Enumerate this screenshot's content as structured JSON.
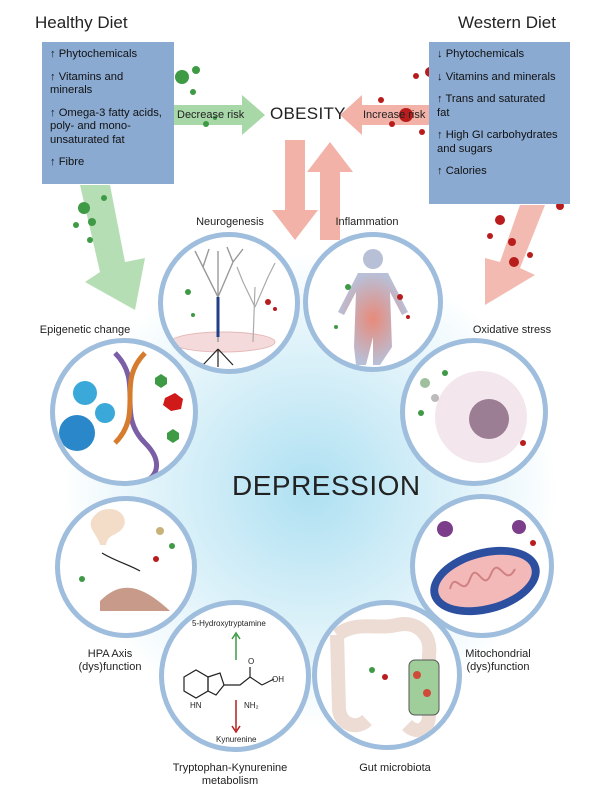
{
  "healthy": {
    "title": "Healthy Diet",
    "items": [
      "↑ Phytochemicals",
      "↑ Vitamins and minerals",
      "↑ Omega-3 fatty acids,\npoly- and mono-\nunsaturated fat",
      "↑ Fibre"
    ]
  },
  "western": {
    "title": "Western Diet",
    "items": [
      "↓ Phytochemicals",
      "↓ Vitamins and minerals",
      "↑ Trans and saturated\nfat",
      "↑ High GI carbohydrates\nand sugars",
      "↑ Calories"
    ]
  },
  "arrows": {
    "decrease": "Decrease risk",
    "increase": "Increase risk"
  },
  "center": {
    "obesity": "OBESITY",
    "depression": "DEPRESSION"
  },
  "mechanisms": {
    "neurogenesis": "Neurogenesis",
    "inflammation": "Inflammation",
    "epigenetic": "Epigenetic change",
    "oxidative": "Oxidative stress",
    "hpa": "HPA Axis\n(dys)function",
    "mitochondrial": "Mitochondrial\n(dys)function",
    "tryptophan": "Tryptophan-Kynurenine\nmetabolism",
    "gut": "Gut microbiota"
  },
  "molecule": {
    "serotonin": "5-Hydroxytryptamine",
    "kynurenine": "Kynurenine",
    "oh": "OH",
    "o": "O",
    "nh2": "NH₂",
    "hn": "HN"
  },
  "colors": {
    "box": "#8aaad2",
    "ring": "#9fbddc",
    "green_arrow": "#a8d8a8",
    "red_arrow": "#f2b2a8",
    "glow": "#aee0f2"
  }
}
